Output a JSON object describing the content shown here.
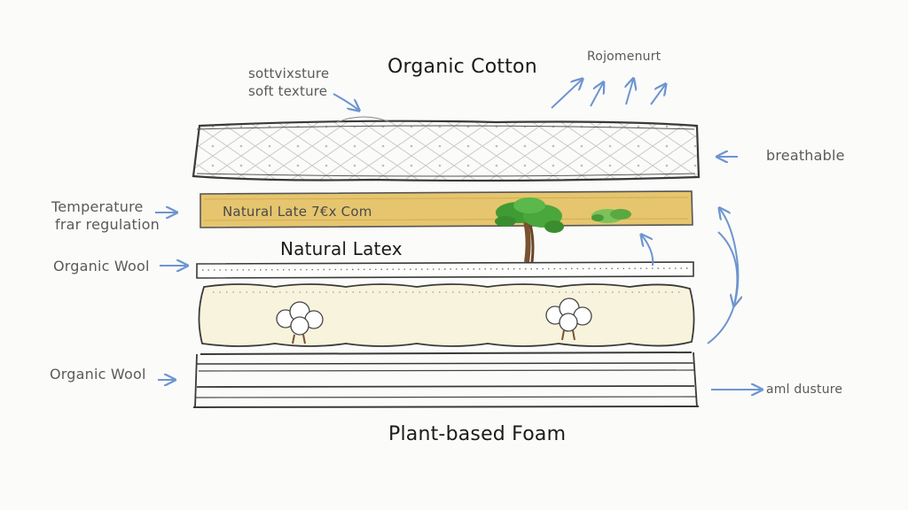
{
  "labels": {
    "organic_cotton": "Organic Cotton",
    "scribble_top_left": "sottvixsture",
    "soft_texture": "soft texture",
    "top_right_scribble": "Rojomenurt",
    "breathable": "breathable",
    "temperature": "Temperature",
    "regulation": "frar regulation",
    "latex_strip_text": "Natural Late 7€x Com",
    "natural_latex": "Natural Latex",
    "organic_wool_1": "Organic Wool",
    "organic_wool_2": "Organic Wool",
    "aml_dusture": "aml dusture",
    "plant_based_foam": "Plant-based Foam"
  },
  "colors": {
    "ink": "#3a3a3a",
    "arrow_blue": "#6d95cf",
    "latex_yellow": "#e6c56f",
    "leaf_green": "#3f9b33",
    "trunk_brown": "#7a5230",
    "wool_cream": "#f8f3dc"
  },
  "icons": [
    "tree-icon",
    "cotton-boll-icon",
    "leaf-cluster-icon",
    "arrow-icon"
  ]
}
